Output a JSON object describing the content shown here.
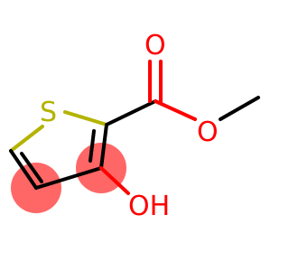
{
  "molecule": {
    "atoms": {
      "sulfur": {
        "label": "S",
        "color": "#b3b300"
      },
      "carbonyl_oxygen": {
        "label": "O",
        "color": "#ff0000"
      },
      "ester_oxygen": {
        "label": "O",
        "color": "#ff0000"
      },
      "hydroxyl": {
        "label": "OH",
        "color": "#ff0000"
      }
    },
    "colors": {
      "bond": "#000000",
      "highlight": "#ff6666"
    }
  }
}
